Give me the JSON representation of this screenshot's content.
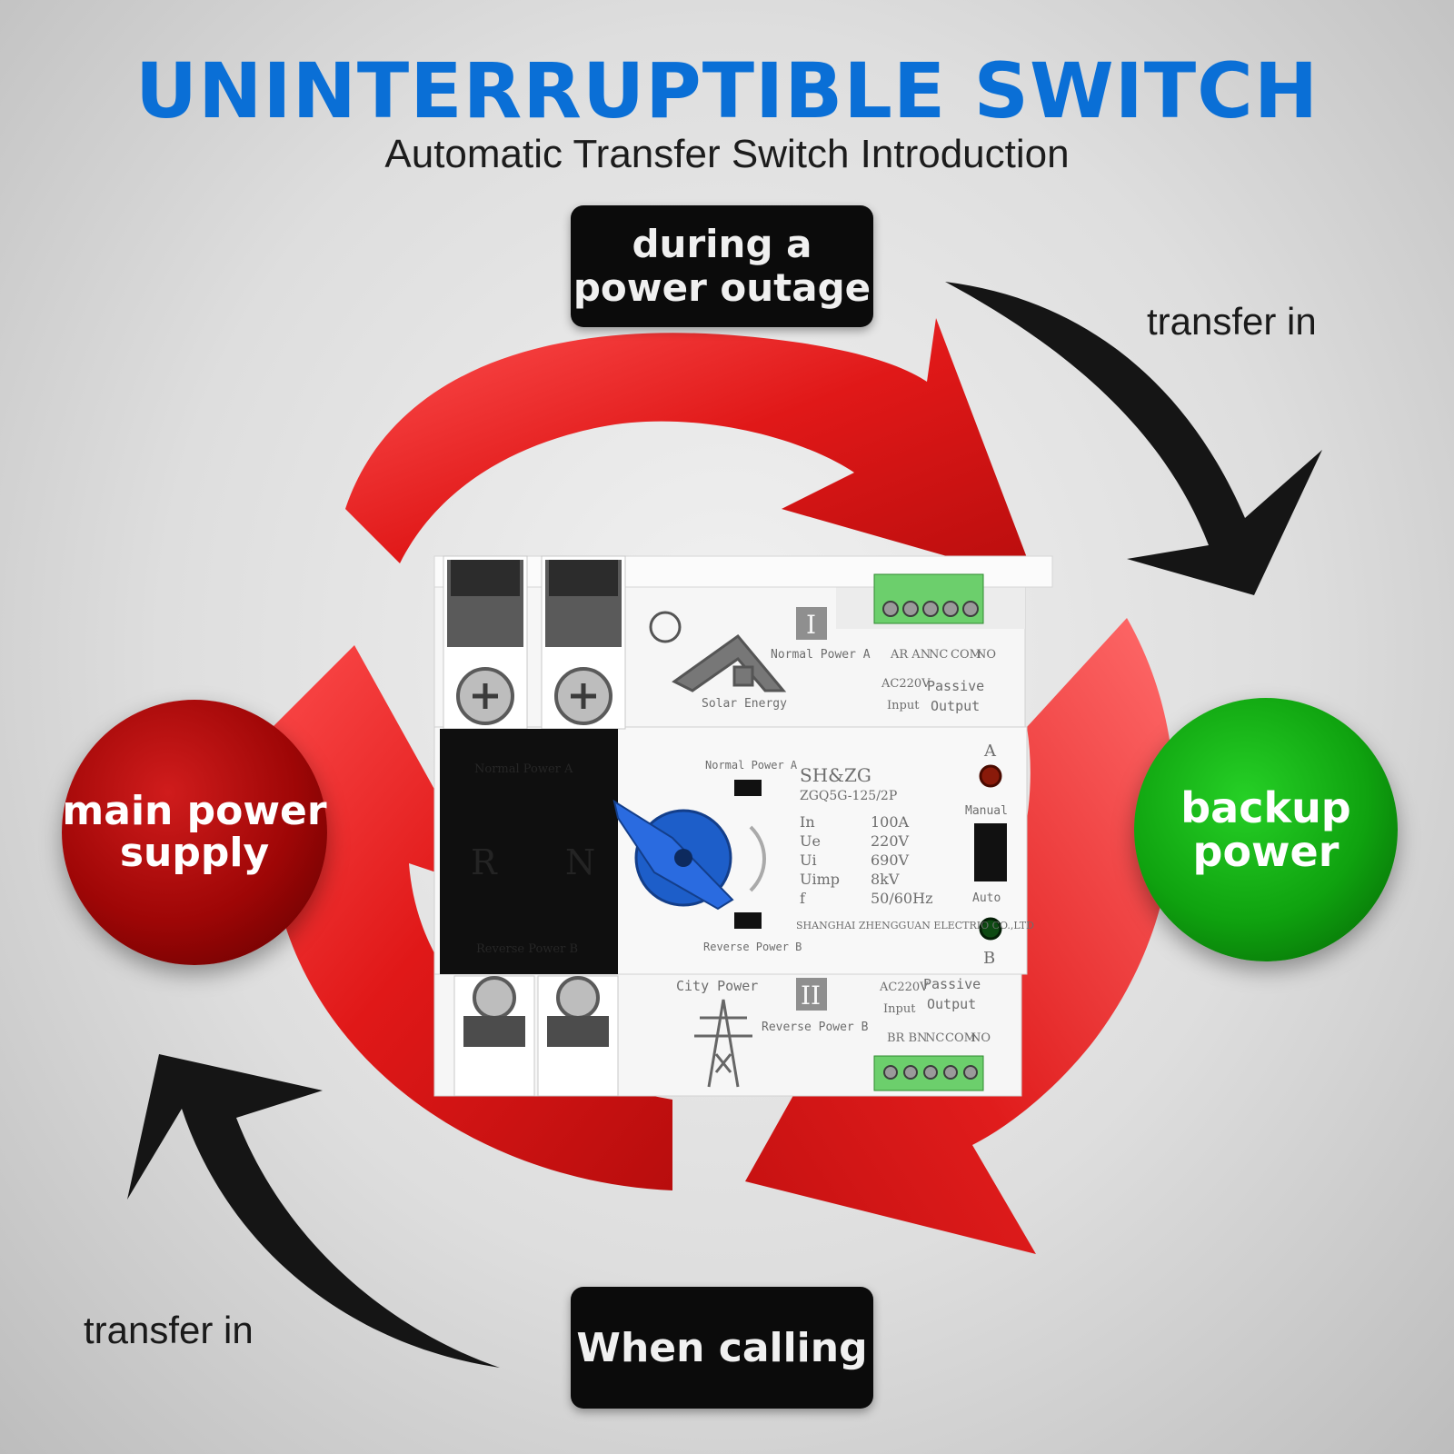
{
  "title": "UNINTERRUPTIBLE SWITCH",
  "subtitle": "Automatic Transfer Switch Introduction",
  "labels": {
    "outage_line1": "during a",
    "outage_line2": "power outage",
    "calling": "When calling",
    "transfer_top": "transfer in",
    "transfer_bottom": "transfer in",
    "main_power_line1": "main power",
    "main_power_line2": "supply",
    "backup_line1": "backup",
    "backup_line2": "power"
  },
  "colors": {
    "title": "#0a6fd6",
    "red_arrow": "#e41f1f",
    "black_arrow": "#151515",
    "main_ball": "#a50606",
    "backup_ball": "#12a812"
  },
  "device": {
    "section_top_mark": "I",
    "section_bottom_mark": "II",
    "normal_power_a": "Normal Power A",
    "solar_energy": "Solar Energy",
    "ar_an": "AR AN",
    "nc": "NC",
    "com": "COM",
    "no": "NO",
    "ac220v": "AC220V",
    "input": "Input",
    "passive": "Passive",
    "output": "Output",
    "led_a": "A",
    "led_b": "B",
    "brand": "SH&ZG",
    "model": "ZGQ5G-125/2P",
    "specs": [
      {
        "key": "In",
        "value": "100A"
      },
      {
        "key": "Ue",
        "value": "220V"
      },
      {
        "key": "Ui",
        "value": "690V"
      },
      {
        "key": "Uimp",
        "value": "8kV"
      },
      {
        "key": "f",
        "value": "50/60Hz"
      }
    ],
    "manufacturer": "SHANGHAI ZHENGGUAN ELECTRIO CO.,LTD",
    "manual": "Manual",
    "auto": "Auto",
    "reverse_power_b": "Reverse Power B",
    "city_power": "City Power",
    "br_bn": "BR BN",
    "black_top_label": "Normal Power A",
    "black_bottom_label": "Reverse Power B",
    "r": "R",
    "n": "N"
  }
}
